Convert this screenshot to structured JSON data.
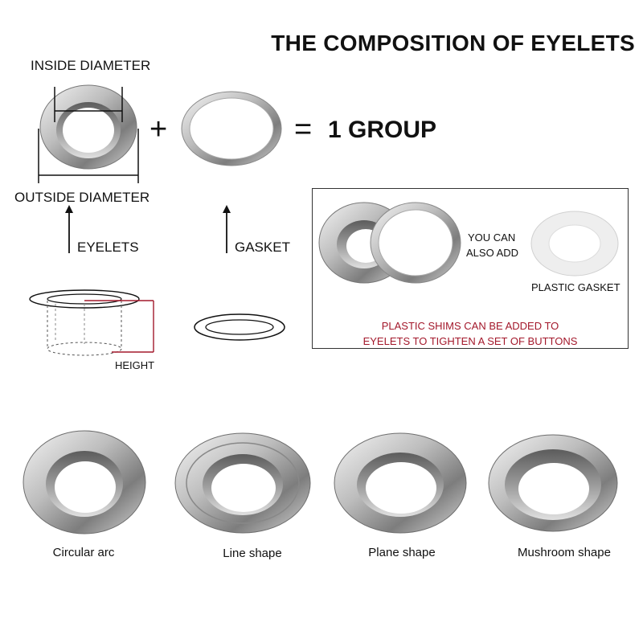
{
  "title": "THE COMPOSITION OF EYELETS",
  "top": {
    "inside_diameter": "INSIDE DIAMETER",
    "outside_diameter": "OUTSIDE DIAMETER",
    "plus": "+",
    "equals": "=",
    "group": "1 GROUP",
    "eyelets": "EYELETS",
    "gasket": "GASKET",
    "height": "HEIGHT"
  },
  "box": {
    "you_can": "YOU CAN",
    "also_add": "ALSO ADD",
    "plastic_gasket": "PLASTIC GASKET",
    "note_line1": "PLASTIC SHIMS CAN BE ADDED TO",
    "note_line2": "EYELETS TO TIGHTEN A SET OF BUTTONS"
  },
  "shapes": [
    {
      "label": "Circular arc"
    },
    {
      "label": "Line shape"
    },
    {
      "label": "Plane shape"
    },
    {
      "label": "Mushroom shape"
    }
  ],
  "colors": {
    "accent_red": "#a3182b",
    "metal": "#c8c8c8"
  }
}
